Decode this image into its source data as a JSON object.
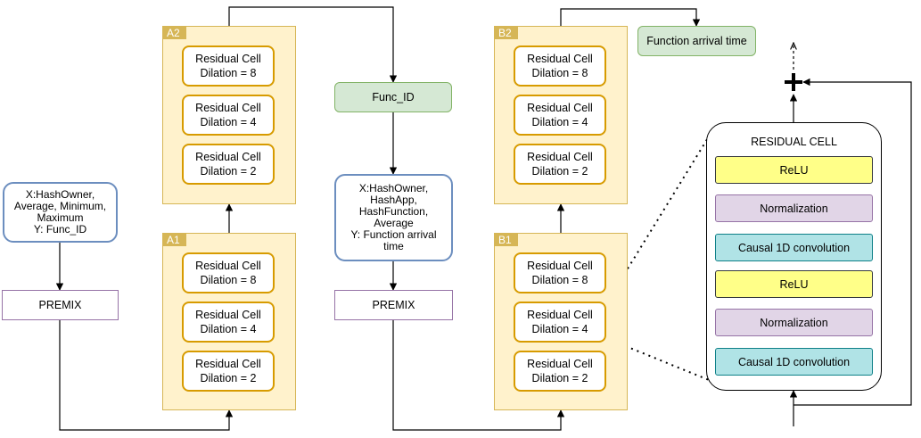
{
  "blocks": {
    "a1": {
      "tag": "A1",
      "cells": [
        {
          "name": "Residual Cell",
          "dilation": "Dilation = 8"
        },
        {
          "name": "Residual Cell",
          "dilation": "Dilation = 4"
        },
        {
          "name": "Residual Cell",
          "dilation": "Dilation = 2"
        }
      ]
    },
    "a2": {
      "tag": "A2",
      "cells": [
        {
          "name": "Residual Cell",
          "dilation": "Dilation = 8"
        },
        {
          "name": "Residual Cell",
          "dilation": "Dilation = 4"
        },
        {
          "name": "Residual Cell",
          "dilation": "Dilation = 2"
        }
      ]
    },
    "b1": {
      "tag": "B1",
      "cells": [
        {
          "name": "Residual Cell",
          "dilation": "Dilation = 8"
        },
        {
          "name": "Residual Cell",
          "dilation": "Dilation = 4"
        },
        {
          "name": "Residual Cell",
          "dilation": "Dilation = 2"
        }
      ]
    },
    "b2": {
      "tag": "B2",
      "cells": [
        {
          "name": "Residual Cell",
          "dilation": "Dilation = 8"
        },
        {
          "name": "Residual Cell",
          "dilation": "Dilation = 4"
        },
        {
          "name": "Residual Cell",
          "dilation": "Dilation = 2"
        }
      ]
    }
  },
  "input_a": {
    "lines": [
      "X:HashOwner,",
      "Average, Minimum,",
      "Maximum",
      "Y: Func_ID"
    ]
  },
  "input_b": {
    "lines": [
      "X:HashOwner,",
      "HashApp,",
      "HashFunction,",
      "Average",
      "Y: Function arrival",
      "time"
    ]
  },
  "premix_a": "PREMIX",
  "premix_b": "PREMIX",
  "func_id": "Func_ID",
  "function_arrival": "Function arrival time",
  "residual_cell": {
    "title": "RESIDUAL CELL",
    "layers": [
      {
        "label": "ReLU",
        "kind": "relu"
      },
      {
        "label": "Normalization",
        "kind": "norm"
      },
      {
        "label": "Causal 1D convolution",
        "kind": "conv"
      },
      {
        "label": "ReLU",
        "kind": "relu"
      },
      {
        "label": "Normalization",
        "kind": "norm"
      },
      {
        "label": "Causal 1D convolution",
        "kind": "conv"
      }
    ]
  },
  "colors": {
    "panel_fill": "#fff2cc",
    "panel_border": "#d6b656",
    "cell_border": "#d79b00",
    "green_fill": "#d5e8d4",
    "green_border": "#82b366",
    "input_border": "#6c8ebf",
    "premix_border": "#9673a6",
    "relu_fill": "#ffff88",
    "norm_fill": "#e1d5e7",
    "conv_fill": "#b0e3e6"
  }
}
